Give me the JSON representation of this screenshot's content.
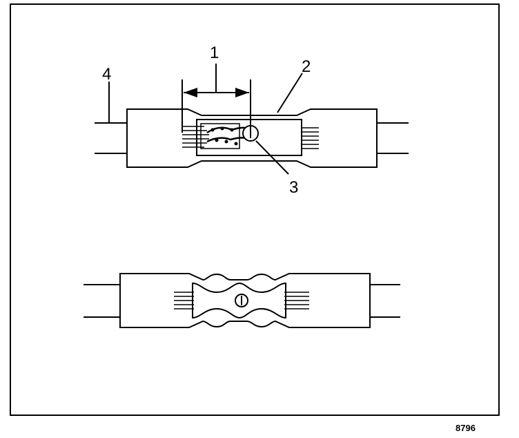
{
  "callouts": {
    "c1": "1",
    "c2": "2",
    "c3": "3",
    "c4": "4"
  },
  "figure_id": "8796",
  "colors": {
    "ink": "#000000",
    "paper": "#ffffff"
  }
}
